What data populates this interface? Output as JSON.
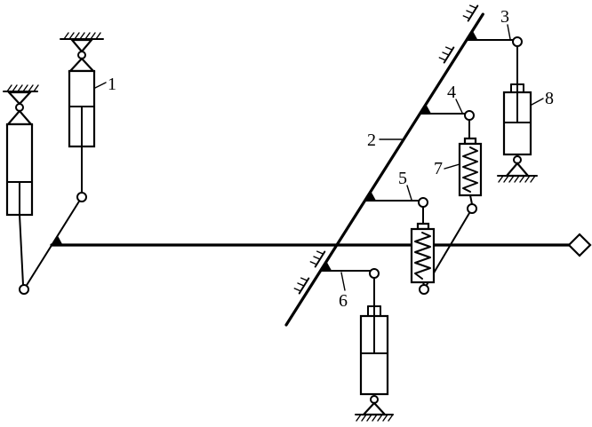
{
  "labels": {
    "part_1": "1",
    "part_2": "2",
    "part_3": "3",
    "part_4": "4",
    "part_5": "5",
    "part_6": "6",
    "part_7": "7",
    "part_8": "8"
  }
}
